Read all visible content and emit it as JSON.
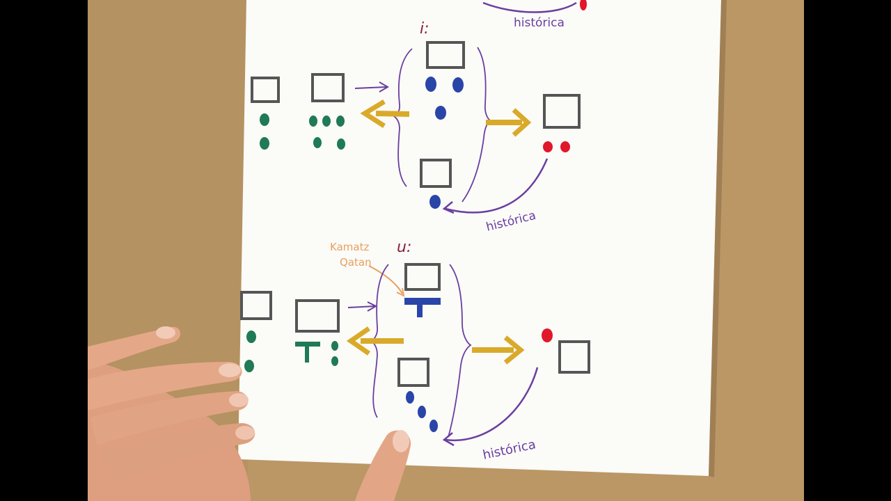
{
  "scene": {
    "colors": {
      "letterbox": "#000000",
      "cardboard": "#bb9766",
      "paper": "#fbfbf8",
      "box": "#555555",
      "green": "#1f7a55",
      "blue": "#2a45a8",
      "red": "#e0182a",
      "yellow": "#d9aa2a",
      "purple": "#6a3ea0",
      "maroon": "#8a1f44",
      "orange": "#e8a05e",
      "skin": "#e4a889"
    },
    "labels": {
      "historica_top": "histórica",
      "historica_mid": "histórica",
      "historica_bottom": "histórica",
      "vowel_i": "i:",
      "vowel_u": "u:",
      "kamatz_line1": "Kamatz",
      "kamatz_line2": "Qatan"
    },
    "icons": [
      "hand-icon",
      "arrow-icon",
      "brace-icon",
      "box-icon",
      "dot-icon"
    ]
  }
}
